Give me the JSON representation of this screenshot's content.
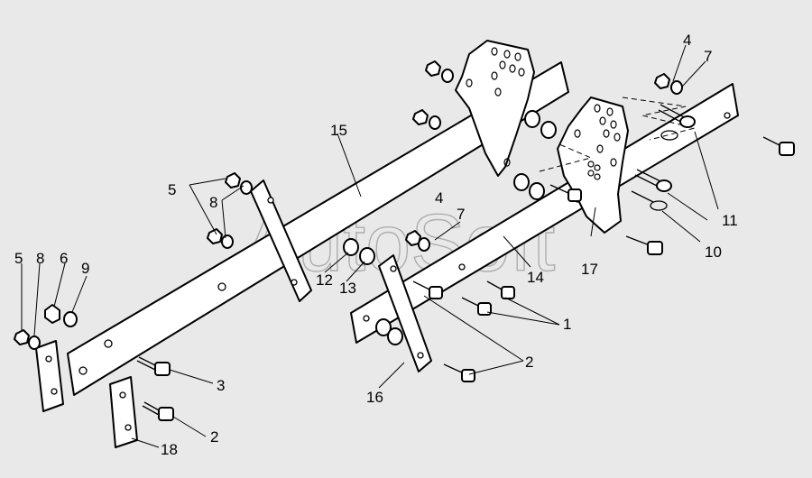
{
  "watermark": "AutoSoft",
  "callouts": {
    "c1": "1",
    "c2a": "2",
    "c2b": "2",
    "c3": "3",
    "c4a": "4",
    "c4b": "4",
    "c5a": "5",
    "c5b": "5",
    "c6": "6",
    "c7a": "7",
    "c7b": "7",
    "c8a": "8",
    "c8b": "8",
    "c9": "9",
    "c10": "10",
    "c11": "11",
    "c12": "12",
    "c13": "13",
    "c14": "14",
    "c15": "15",
    "c16": "16",
    "c17": "17",
    "c18": "18"
  }
}
